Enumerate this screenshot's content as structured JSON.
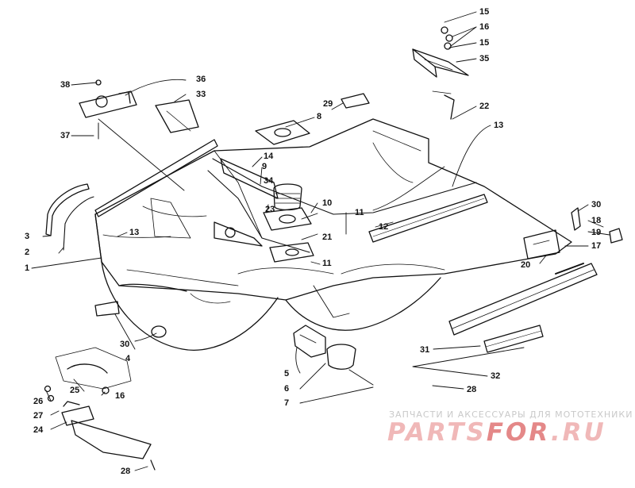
{
  "diagram": {
    "callouts": [
      {
        "id": "c1",
        "label": "1"
      },
      {
        "id": "c2",
        "label": "2"
      },
      {
        "id": "c3",
        "label": "3"
      },
      {
        "id": "c4",
        "label": "4"
      },
      {
        "id": "c5",
        "label": "5"
      },
      {
        "id": "c6",
        "label": "6"
      },
      {
        "id": "c7",
        "label": "7"
      },
      {
        "id": "c8",
        "label": "8"
      },
      {
        "id": "c9",
        "label": "9"
      },
      {
        "id": "c10",
        "label": "10"
      },
      {
        "id": "c11a",
        "label": "11"
      },
      {
        "id": "c11b",
        "label": "11"
      },
      {
        "id": "c12",
        "label": "12"
      },
      {
        "id": "c13a",
        "label": "13"
      },
      {
        "id": "c13b",
        "label": "13"
      },
      {
        "id": "c14",
        "label": "14"
      },
      {
        "id": "c15a",
        "label": "15"
      },
      {
        "id": "c15b",
        "label": "15"
      },
      {
        "id": "c16a",
        "label": "16"
      },
      {
        "id": "c16b",
        "label": "16"
      },
      {
        "id": "c17",
        "label": "17"
      },
      {
        "id": "c18",
        "label": "18"
      },
      {
        "id": "c19",
        "label": "19"
      },
      {
        "id": "c20",
        "label": "20"
      },
      {
        "id": "c21",
        "label": "21"
      },
      {
        "id": "c22",
        "label": "22"
      },
      {
        "id": "c23",
        "label": "23"
      },
      {
        "id": "c24",
        "label": "24"
      },
      {
        "id": "c25",
        "label": "25"
      },
      {
        "id": "c26",
        "label": "26"
      },
      {
        "id": "c27",
        "label": "27"
      },
      {
        "id": "c28a",
        "label": "28"
      },
      {
        "id": "c28b",
        "label": "28"
      },
      {
        "id": "c29",
        "label": "29"
      },
      {
        "id": "c30a",
        "label": "30"
      },
      {
        "id": "c30b",
        "label": "30"
      },
      {
        "id": "c31",
        "label": "31"
      },
      {
        "id": "c32",
        "label": "32"
      },
      {
        "id": "c33",
        "label": "33"
      },
      {
        "id": "c34",
        "label": "34"
      },
      {
        "id": "c35",
        "label": "35"
      },
      {
        "id": "c36",
        "label": "36"
      },
      {
        "id": "c37",
        "label": "37"
      },
      {
        "id": "c38",
        "label": "38"
      }
    ]
  },
  "watermark": {
    "tagline": "ЗАПЧАСТИ И АКСЕССУАРЫ ДЛЯ МОТОТЕХНИКИ",
    "logo_main": "PARTS",
    "logo_accent": "FOR",
    "logo_tail": ".RU"
  }
}
